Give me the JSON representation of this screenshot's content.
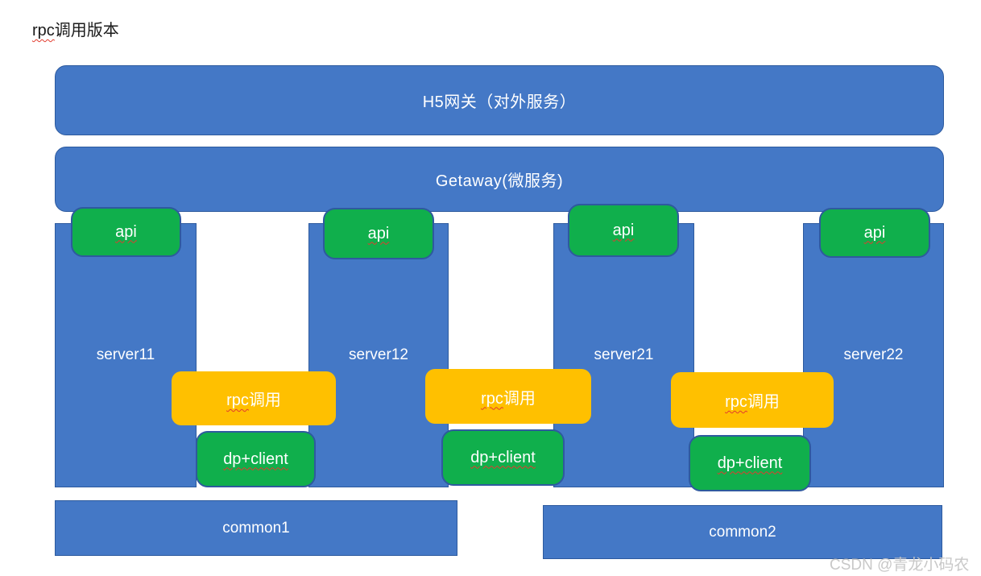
{
  "title": {
    "underlined": "rpc",
    "rest": "调用版本"
  },
  "colors": {
    "box_blue": "#4478C6",
    "box_blue_border": "#2D5A9E",
    "box_green": "#10AF4C",
    "box_orange": "#FFC000",
    "spellcheck_squiggle": "#E23B2E",
    "label_text": "#FFFFFF",
    "watermark_text": "#C5C5C5"
  },
  "gateways": [
    {
      "label": "H5网关（对外服务）"
    },
    {
      "label": "Getaway(微服务)"
    }
  ],
  "servers": [
    {
      "label": "server11"
    },
    {
      "label": "server12"
    },
    {
      "label": "server21"
    },
    {
      "label": "server22"
    }
  ],
  "api_boxes": [
    {
      "label": "api"
    },
    {
      "label": "api"
    },
    {
      "label": "api"
    },
    {
      "label": "api"
    }
  ],
  "rpc_boxes": [
    {
      "underlined": "rpc",
      "rest": "调用"
    },
    {
      "underlined": "rpc",
      "rest": "调用"
    },
    {
      "underlined": "rpc",
      "rest": "调用"
    }
  ],
  "dp_boxes": [
    {
      "label": "dp+client"
    },
    {
      "label": "dp+client"
    },
    {
      "label": "dp+client"
    }
  ],
  "commons": [
    {
      "label": "common1"
    },
    {
      "label": "common2"
    }
  ],
  "watermark": "CSDN @青龙小码农"
}
